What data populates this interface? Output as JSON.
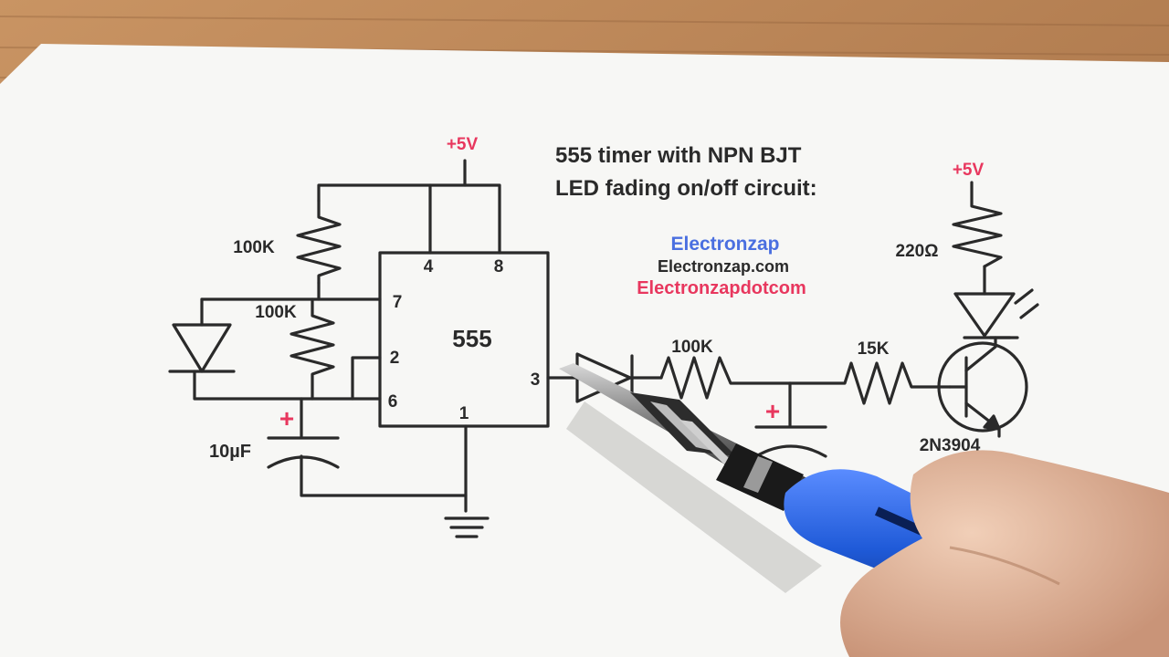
{
  "title": {
    "line1": "555 timer with NPN BJT",
    "line2": "LED fading on/off circuit:"
  },
  "branding": {
    "name": "Electronzap",
    "site": "Electronzap.com",
    "handle": "Electronzapdotcom"
  },
  "supply": {
    "left": "+5V",
    "right": "+5V"
  },
  "timer": {
    "chip_label": "555",
    "pins": {
      "p1": "1",
      "p2": "2",
      "p3": "3",
      "p4": "4",
      "p6": "6",
      "p7": "7",
      "p8": "8"
    }
  },
  "components": {
    "r_top": "100K",
    "r_mid": "100K",
    "c_timing": "10µF",
    "r_out": "100K",
    "r_base": "15K",
    "r_led": "220Ω",
    "transistor": "2N3904",
    "polarity_mark": "+"
  },
  "colors": {
    "supply_red": "#e8375e",
    "brand_blue": "#4a6fe0",
    "brand_pink": "#e8375e",
    "ink": "#2a2a2a",
    "paper": "#f7f7f5",
    "wood": "#b9855a",
    "probe_blue": "#1f5ad8"
  },
  "icons": {
    "ground": "ground-symbol-icon",
    "diode": "diode-icon",
    "led": "led-icon",
    "npn": "npn-transistor-icon",
    "probe": "screwdriver-probe-icon"
  }
}
